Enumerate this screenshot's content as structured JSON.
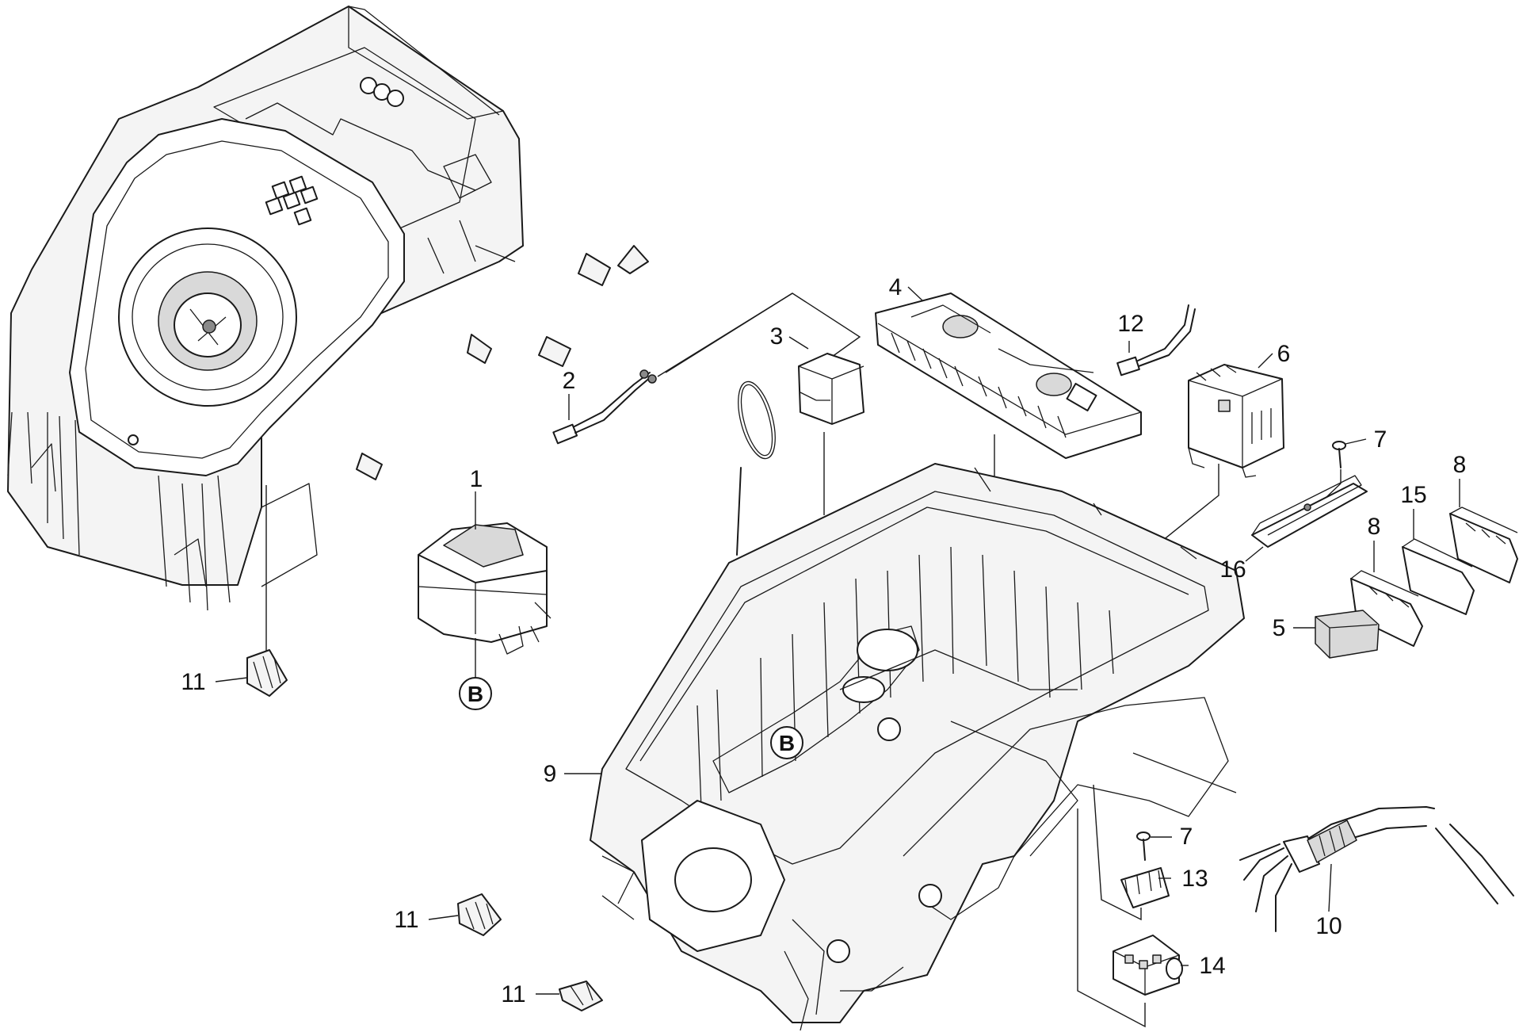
{
  "callouts": {
    "c1": "1",
    "c2": "2",
    "c3": "3",
    "c4": "4",
    "c5": "5",
    "c6": "6",
    "c7a": "7",
    "c7b": "7",
    "c8a": "8",
    "c8b": "8",
    "c9": "9",
    "c10": "10",
    "c11a": "11",
    "c11b": "11",
    "c11c": "11",
    "c12": "12",
    "c13": "13",
    "c14": "14",
    "c15": "15",
    "c16": "16"
  },
  "badges": {
    "b1": "B",
    "b2": "B"
  },
  "colors": {
    "line": "#1a1a1a",
    "background": "#ffffff"
  }
}
